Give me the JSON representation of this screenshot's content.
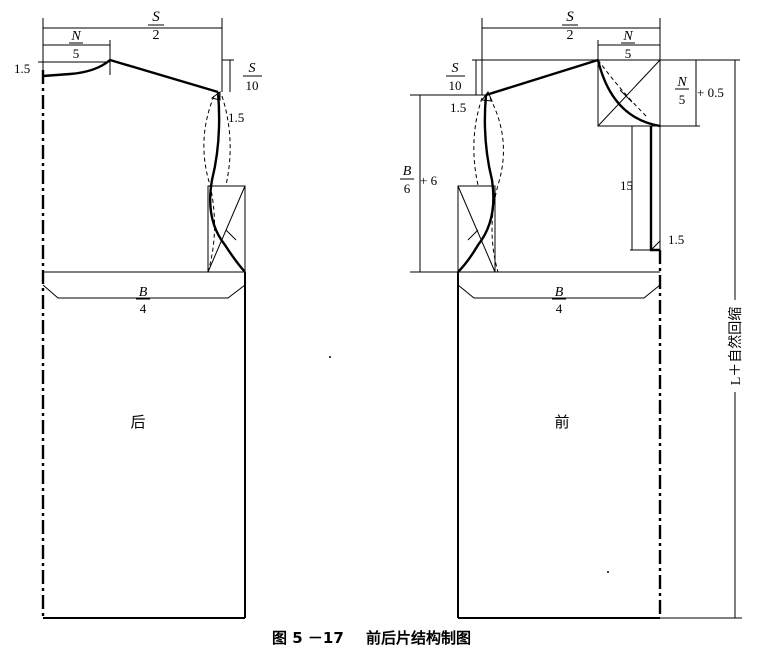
{
  "caption": {
    "number": "图 5 －17",
    "title": "前后片结构制图"
  },
  "back_panel": {
    "label": "后",
    "half_shoulder": {
      "num": "S",
      "den": "2"
    },
    "neck_width": {
      "num": "N",
      "den": "5"
    },
    "shoulder_drop": {
      "num": "S",
      "den": "10"
    },
    "neck_depth": "1.5",
    "armhole_offset": "1.5",
    "bust": {
      "num": "B",
      "den": "4"
    }
  },
  "front_panel": {
    "label": "前",
    "half_shoulder": {
      "num": "S",
      "den": "2"
    },
    "neck_width": {
      "num": "N",
      "den": "5"
    },
    "shoulder_drop": {
      "num": "S",
      "den": "10"
    },
    "neck_depth": {
      "num": "N",
      "den": "5",
      "suffix": "+ 0.5"
    },
    "armhole_depth": {
      "num": "B",
      "den": "6",
      "suffix": "+ 6"
    },
    "armhole_offset": "1.5",
    "placket_length": "15",
    "placket_end": "1.5",
    "bust": {
      "num": "B",
      "den": "4"
    },
    "length": "L＋自然回缩"
  }
}
